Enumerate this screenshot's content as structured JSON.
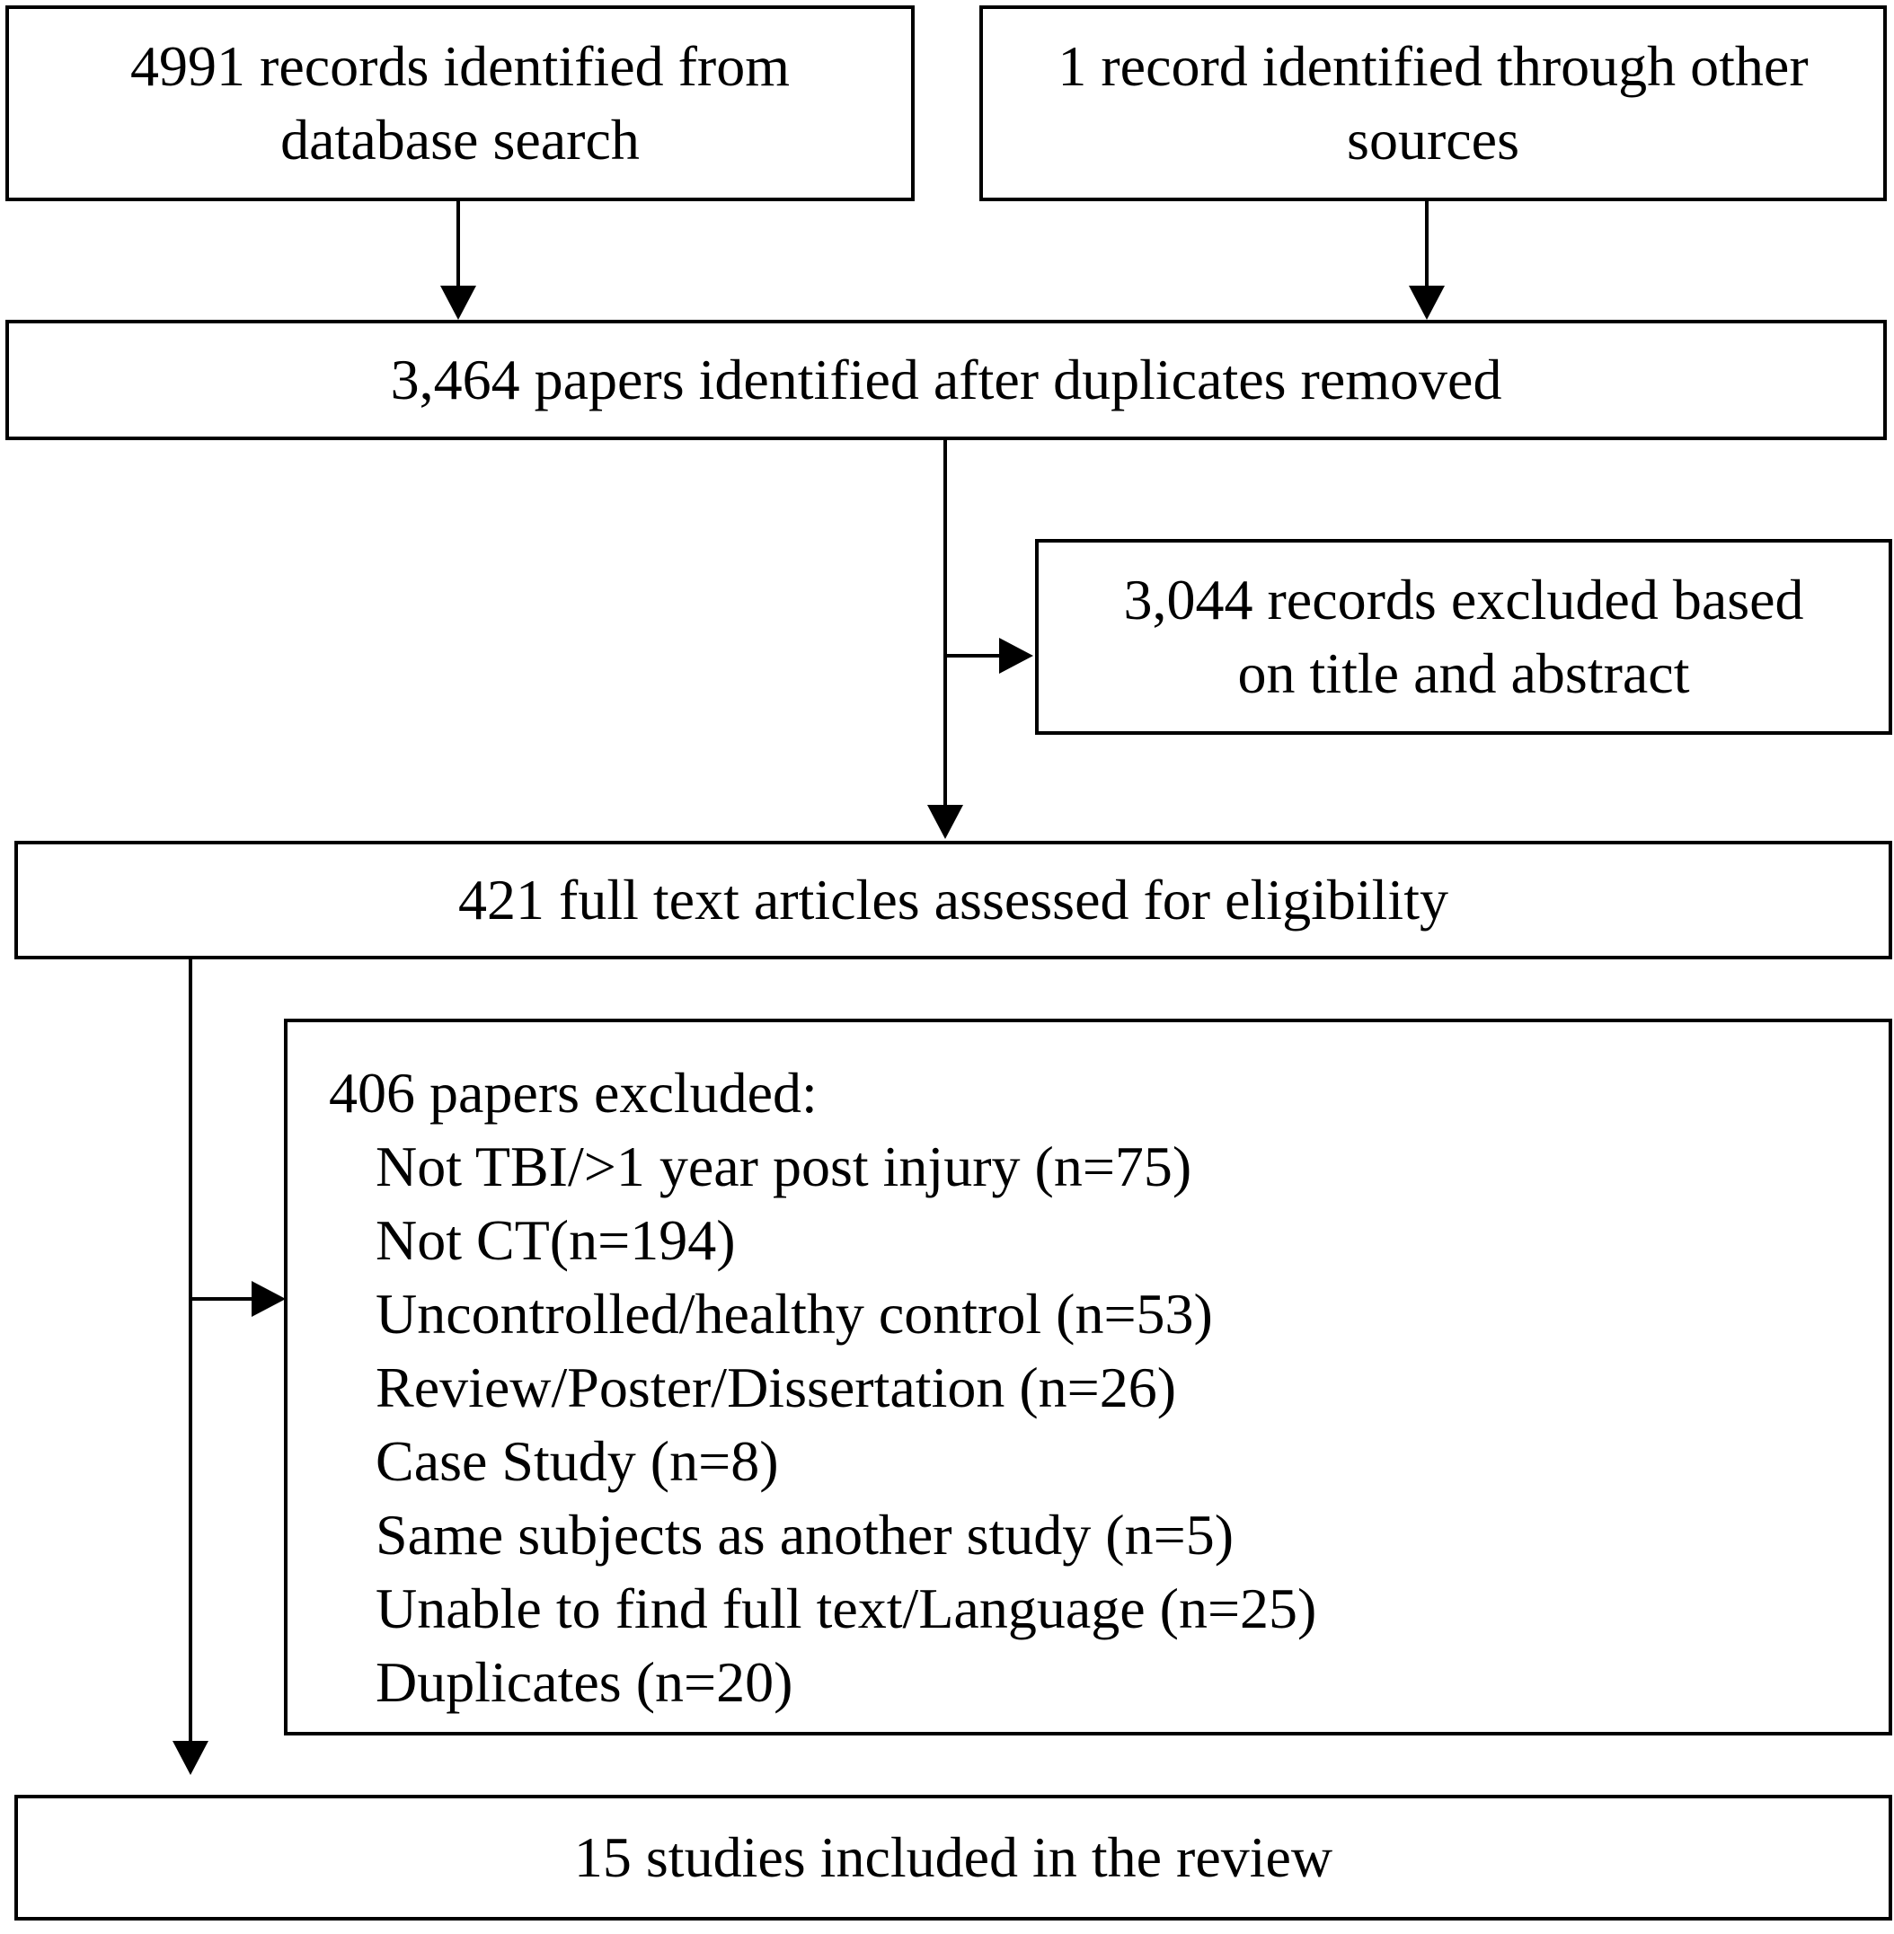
{
  "identification": {
    "database_line1": "4991 records identified from",
    "database_line2": "database search",
    "other_line1": "1 record identified through other",
    "other_line2": "sources"
  },
  "deduplicated": {
    "text": "3,464 papers identified after duplicates removed"
  },
  "title_abstract_exclusion": {
    "line1": "3,044 records excluded based",
    "line2": "on title and abstract"
  },
  "eligibility": {
    "text": "421 full text articles assessed for eligibility"
  },
  "full_text_exclusion": {
    "heading": "406 papers excluded:",
    "reasons": [
      "Not TBI/>1 year post injury (n=75)",
      "Not CT(n=194)",
      "Uncontrolled/healthy control (n=53)",
      "Review/Poster/Dissertation (n=26)",
      "Case Study (n=8)",
      "Same subjects as another study (n=5)",
      "Unable to find full text/Language (n=25)",
      "Duplicates (n=20)"
    ]
  },
  "included": {
    "text": "15 studies included in the review"
  }
}
